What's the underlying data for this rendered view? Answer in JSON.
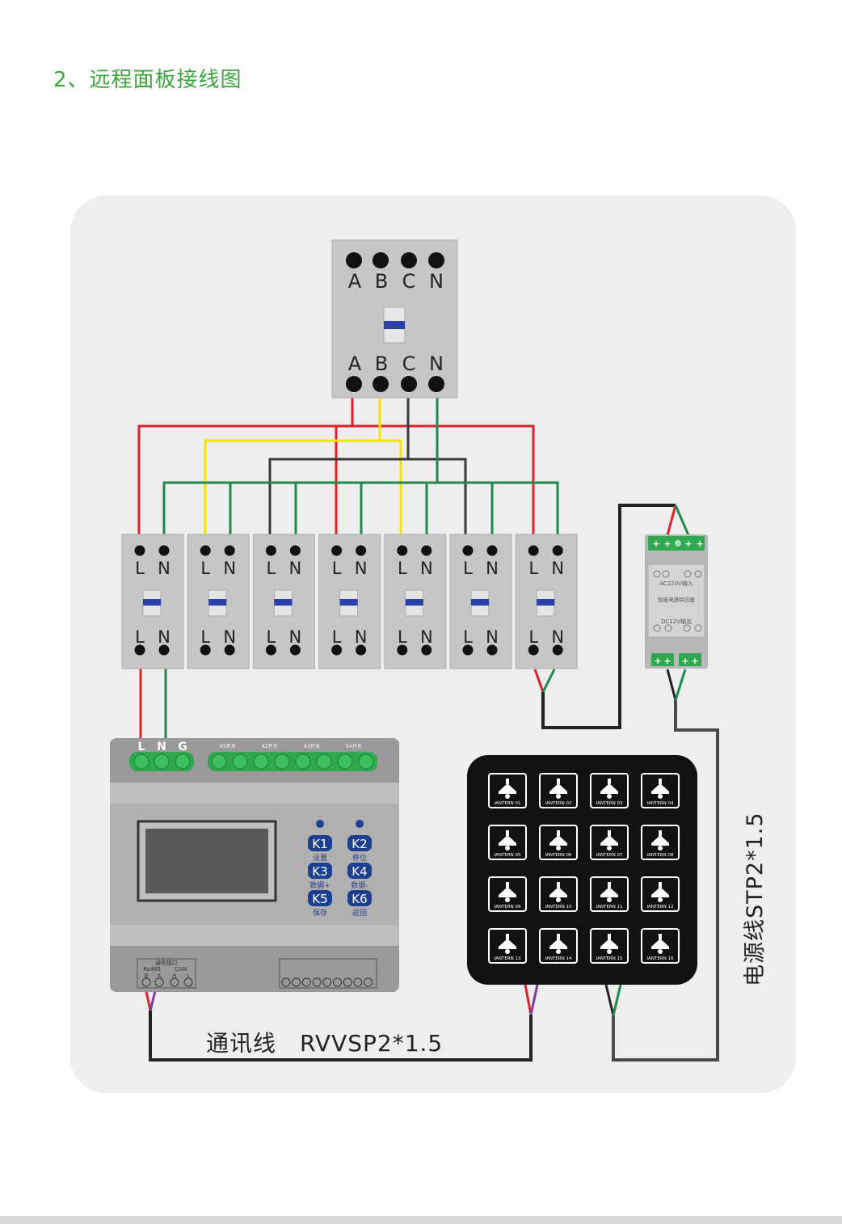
{
  "page": {
    "title": "2、远程面板接线图"
  },
  "main_breaker": {
    "top_labels": [
      "A",
      "B",
      "C",
      "N"
    ],
    "bottom_labels": [
      "A",
      "B",
      "C",
      "N"
    ]
  },
  "sub_breaker": {
    "top_labels": [
      "L",
      "N"
    ],
    "bottom_labels": [
      "L",
      "N"
    ],
    "count": 7
  },
  "power_supply": {
    "input_label": "AC220V输入",
    "name": "智能电源供应器",
    "output_label": "DC12V输出"
  },
  "controller": {
    "terminal_labels": [
      "L",
      "N",
      "G"
    ],
    "relay_labels": [
      "K1开关",
      "K2开关",
      "K3开关",
      "K4开关"
    ],
    "keys": [
      {
        "key": "K1",
        "caption": "设置"
      },
      {
        "key": "K2",
        "caption": "移位"
      },
      {
        "key": "K3",
        "caption": "数据+"
      },
      {
        "key": "K4",
        "caption": "数据-"
      },
      {
        "key": "K5",
        "caption": "保存"
      },
      {
        "key": "K6",
        "caption": "返回"
      }
    ],
    "comm_port_label": "通讯接口",
    "rs485_label": "Rs485",
    "can_label": "CAN",
    "rs485_pins": [
      "B",
      "A"
    ],
    "can_pins": [
      "H",
      "L"
    ]
  },
  "panel": {
    "buttons": [
      "IANTERN 01",
      "IANTERN 02",
      "IANTERN 03",
      "IANTERN 04",
      "IANTERN 05",
      "IANTERN 06",
      "IANTERN 07",
      "IANTERN 08",
      "IANTERN 09",
      "IANTERN 10",
      "IANTERN 11",
      "IANTERN 12",
      "IANTERN 13",
      "IANTERN 14",
      "IANTERN 15",
      "IANTERN 16"
    ]
  },
  "cables": {
    "comm_label": "通讯线　RVVSP2*1.5",
    "power_label": "电源线STP2*1.5"
  },
  "colors": {
    "title_green": "#3aa63a",
    "wire_red": "#d8242a",
    "wire_yellow": "#f2e600",
    "wire_black": "#3a3a3a",
    "wire_green": "#1e8a4c",
    "wire_purple": "#7b3fa0",
    "terminal_green": "#2fa84f",
    "key_blue": "#1d3f8f",
    "breaker_gray": "#c6c6c6"
  }
}
